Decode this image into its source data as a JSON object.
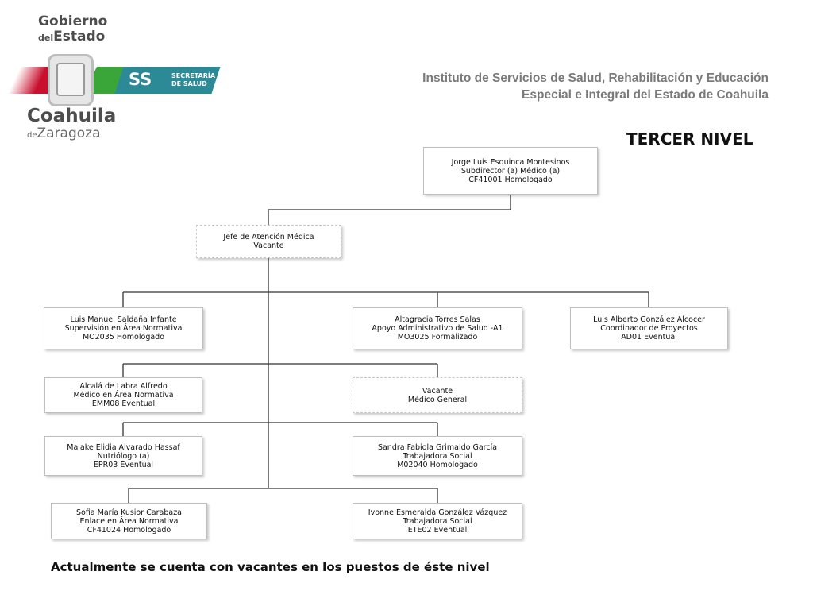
{
  "logo": {
    "gobierno": "Gobierno",
    "del": "del",
    "estado": "Estado",
    "coahuila": "Coahuila",
    "de": "de",
    "zaragoza": "Zaragoza",
    "ss": "SS",
    "secretaria_1": "SECRETARÍA",
    "secretaria_2": "DE SALUD"
  },
  "institution": {
    "line1": "Instituto de Servicios de Salud, Rehabilitación y Educación",
    "line2": "Especial e Integral del Estado de Coahuila"
  },
  "level_title": "TERCER NIVEL",
  "nodes": {
    "root": [
      "Jorge Luis Esquinca Montesinos",
      "Subdirector (a) Médico (a)",
      "CF41001 Homologado"
    ],
    "jefe": [
      "Jefe de Atención Médica",
      "Vacante"
    ],
    "saldana": [
      "Luis Manuel Saldaña Infante",
      "Supervisión en Área Normativa",
      "MO2035 Homologado"
    ],
    "torres": [
      "Altagracia Torres Salas",
      "Apoyo Administrativo de Salud  -A1",
      "MO3025 Formalizado"
    ],
    "gonzalez": [
      "Luis Alberto González Alcocer",
      "Coordinador de Proyectos",
      "AD01 Eventual"
    ],
    "alcala": [
      "Alcalá de Labra Alfredo",
      "Médico en Área Normativa",
      "EMM08 Eventual"
    ],
    "vacante_medico": [
      "Vacante",
      "Médico General"
    ],
    "alvarado": [
      "Malake Elidia Alvarado Hassaf",
      "Nutriólogo (a)",
      "EPR03 Eventual"
    ],
    "grimaldo": [
      "Sandra Fabiola Grimaldo García",
      "Trabajadora Social",
      "M02040 Homologado"
    ],
    "kusior": [
      "Sofia María Kusior Carabaza",
      "Enlace en Área Normativa",
      "CF41024 Homologado"
    ],
    "vazquez": [
      "Ivonne Esmeralda González Vázquez",
      "Trabajadora Social",
      "ETE02 Eventual"
    ]
  },
  "footer": "Actualmente se cuenta con vacantes en los puestos de éste nivel"
}
